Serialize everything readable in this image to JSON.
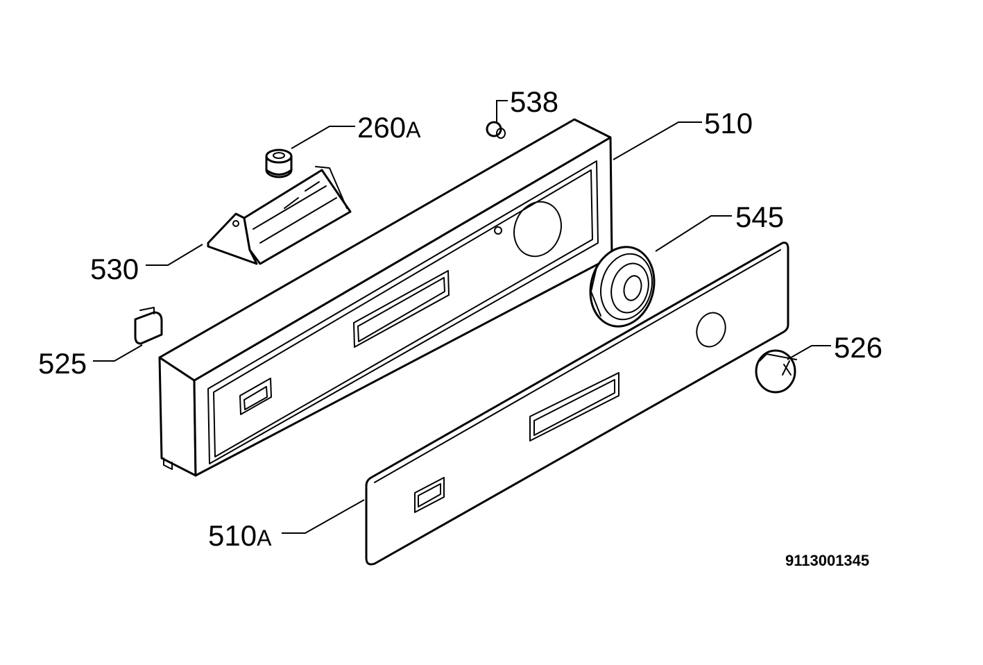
{
  "callouts": [
    {
      "id": "538",
      "number": "538",
      "suffix": ""
    },
    {
      "id": "260a",
      "number": "260",
      "suffix": "A"
    },
    {
      "id": "510",
      "number": "510",
      "suffix": ""
    },
    {
      "id": "545",
      "number": "545",
      "suffix": ""
    },
    {
      "id": "530",
      "number": "530",
      "suffix": ""
    },
    {
      "id": "525",
      "number": "525",
      "suffix": ""
    },
    {
      "id": "526",
      "number": "526",
      "suffix": ""
    },
    {
      "id": "510a",
      "number": "510",
      "suffix": "A"
    }
  ],
  "drawing_number": "9113001345"
}
